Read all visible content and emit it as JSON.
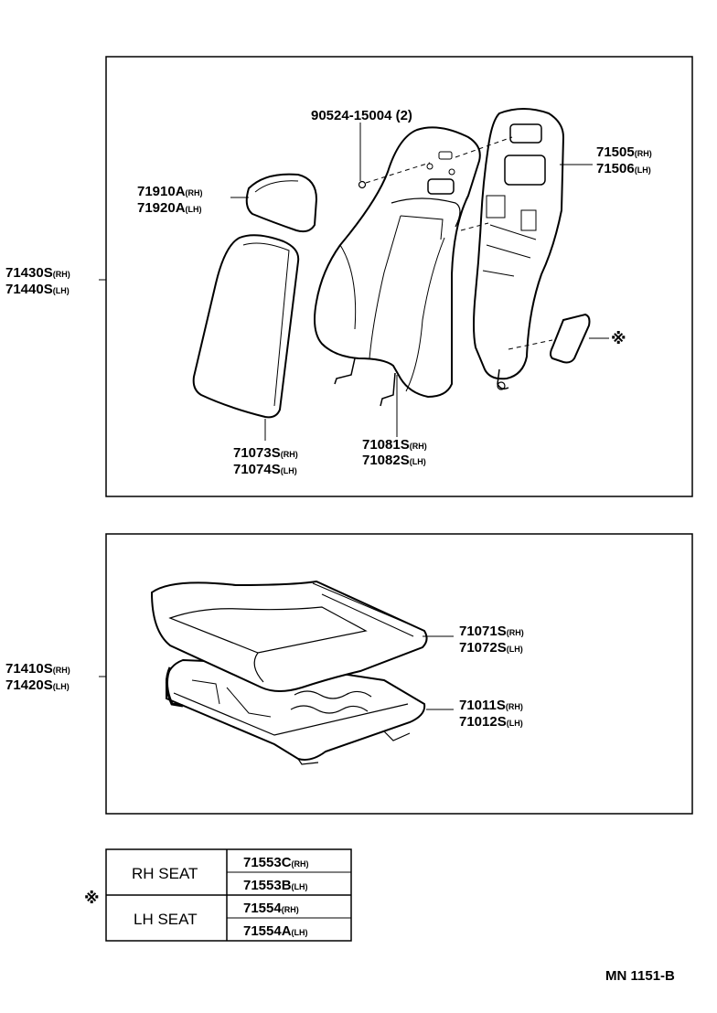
{
  "top_panel": {
    "bolt": "90524-15004 (2)",
    "headrest_rh": "71910A",
    "headrest_rh_side": "(RH)",
    "headrest_lh": "71920A",
    "headrest_lh_side": "(LH)",
    "back_assy_rh": "71430S",
    "back_assy_rh_side": "(RH)",
    "back_assy_lh": "71440S",
    "back_assy_lh_side": "(LH)",
    "cover_rh": "71073S",
    "cover_rh_side": "(RH)",
    "cover_lh": "71074S",
    "cover_lh_side": "(LH)",
    "pad_rh": "71081S",
    "pad_rh_side": "(RH)",
    "pad_lh": "71082S",
    "pad_lh_side": "(LH)",
    "frame_rh": "71505",
    "frame_rh_side": "(RH)",
    "frame_lh": "71506",
    "frame_lh_side": "(LH)",
    "note_symbol": "※"
  },
  "bottom_panel": {
    "cushion_assy_rh": "71410S",
    "cushion_assy_rh_side": "(RH)",
    "cushion_assy_lh": "71420S",
    "cushion_assy_lh_side": "(LH)",
    "cushion_cover_rh": "71071S",
    "cushion_cover_rh_side": "(RH)",
    "cushion_cover_lh": "71072S",
    "cushion_cover_lh_side": "(LH)",
    "cushion_frame_rh": "71011S",
    "cushion_frame_rh_side": "(RH)",
    "cushion_frame_lh": "71012S",
    "cushion_frame_lh_side": "(LH)"
  },
  "table": {
    "note_symbol": "※",
    "rh_seat": "RH SEAT",
    "lh_seat": "LH SEAT",
    "rows": [
      {
        "part": "71553C",
        "side": "(RH)"
      },
      {
        "part": "71553B",
        "side": "(LH)"
      },
      {
        "part": "71554",
        "side": "(RH)"
      },
      {
        "part": "71554A",
        "side": "(LH)"
      }
    ]
  },
  "footer": {
    "code": "MN 1151-B"
  }
}
